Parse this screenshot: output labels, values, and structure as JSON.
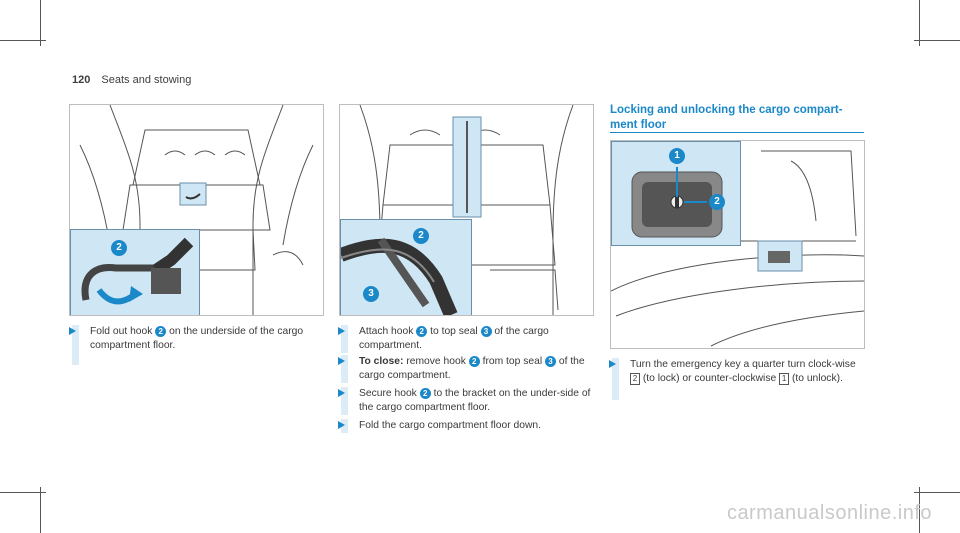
{
  "header": {
    "page_number": "120",
    "section": "Seats and stowing"
  },
  "figure_callouts": {
    "fig1": [
      "2"
    ],
    "fig2": [
      "2",
      "3"
    ],
    "fig3": [
      "1",
      "2"
    ]
  },
  "col1": {
    "step1": {
      "a": "Fold out hook",
      "n1": "2",
      "b": "on the underside of the cargo compartment floor."
    }
  },
  "col2": {
    "step1": {
      "a": "Attach hook",
      "n1": "2",
      "b": "to top seal",
      "n2": "3",
      "c": "of the cargo compartment."
    },
    "step2": {
      "label": "To close:",
      "a": "remove hook",
      "n1": "2",
      "b": "from top seal",
      "n2": "3",
      "c": "of the cargo compartment."
    },
    "step3": {
      "a": "Secure hook",
      "n1": "2",
      "b": "to the bracket on the under-side of the cargo compartment floor."
    },
    "step4": {
      "a": "Fold the cargo compartment floor down."
    }
  },
  "col3": {
    "title": "Locking and unlocking the cargo compart-ment floor",
    "step1": {
      "a": "Turn the emergency key a quarter turn clock-wise",
      "k1": "2",
      "b": "(to lock) or counter-clockwise",
      "k2": "1",
      "c": "(to unlock)."
    }
  },
  "watermark": "carmanualsonline.info",
  "colors": {
    "accent": "#1a88c9",
    "inset_bg": "#cfe6f5",
    "step_bar": "#dcecf7"
  }
}
